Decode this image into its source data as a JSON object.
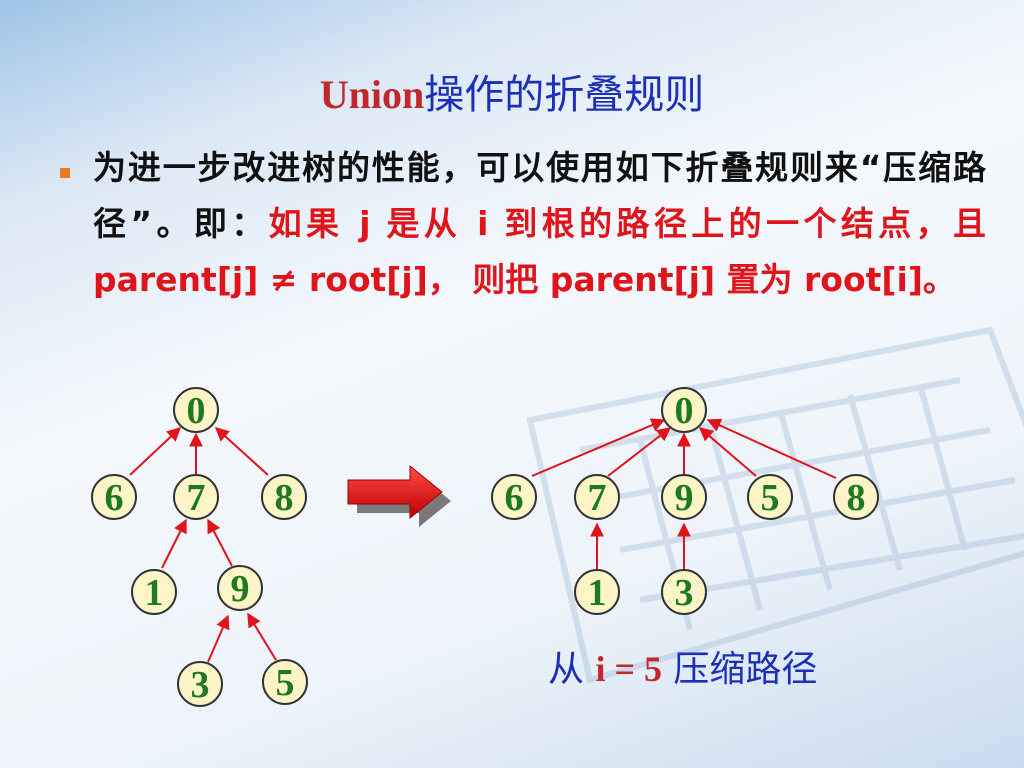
{
  "title": {
    "en": "Union",
    "cn": "操作的折叠规则"
  },
  "body": {
    "normal": "为进一步改进树的性能，可以使用如下折叠规则来“压缩路径”。即：",
    "red": "如果 j 是从 i 到根的路径上的一个结点，且 parent[j] ≠ root[j]， 则把 parent[j] 置为 root[i]。"
  },
  "before_tree": {
    "nodes": [
      "0",
      "6",
      "7",
      "8",
      "1",
      "9",
      "3",
      "5"
    ]
  },
  "after_tree": {
    "nodes": [
      "0",
      "6",
      "7",
      "9",
      "5",
      "8",
      "1",
      "3"
    ]
  },
  "caption": {
    "prefix": "从 ",
    "eq": "i = 5",
    "suffix": " 压缩路径"
  },
  "colors": {
    "node_fill": "#fdf5c8",
    "node_text": "#1f7a1f",
    "edge": "#e0141b",
    "arrow": "#e0141b",
    "title_red": "#c2282a",
    "title_blue": "#1b2fb8"
  },
  "icons": {
    "bullet": "square-bullet-icon",
    "arrow": "right-arrow-icon"
  }
}
